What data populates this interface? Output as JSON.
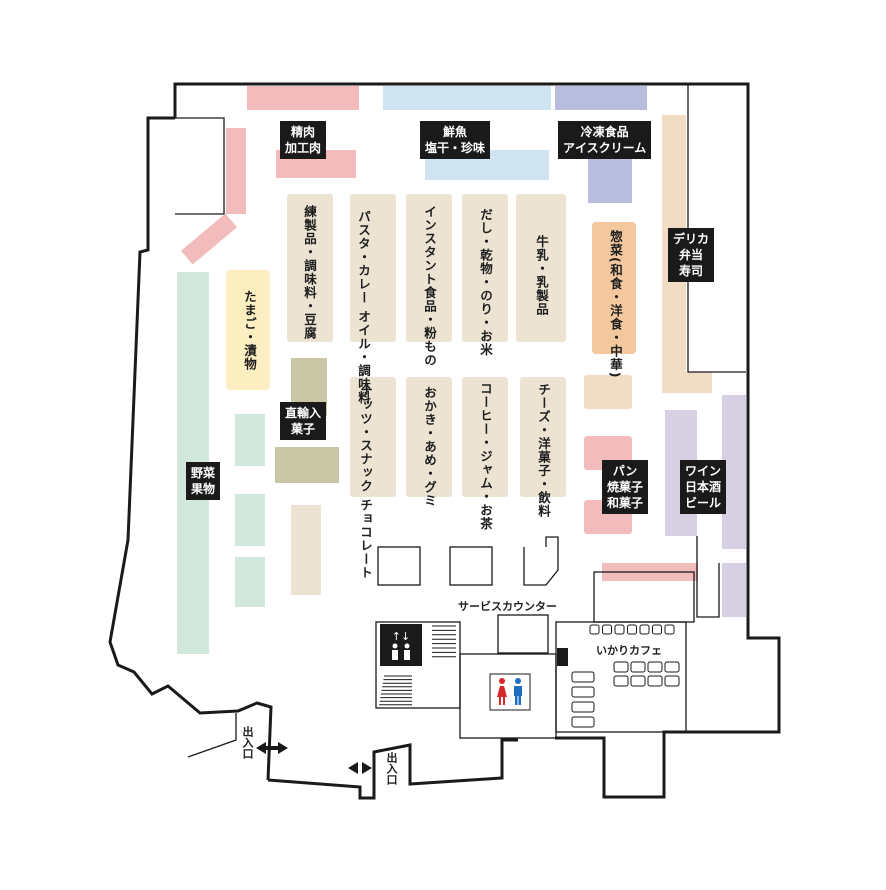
{
  "colors": {
    "pink": "#f2bcbc",
    "blue": "#cfe4f0",
    "lavender": "#b9bddd",
    "beige": "#ece3d2",
    "orange": "#f3c89e",
    "peach": "#f1dcc4",
    "yellow": "#fbefc2",
    "green": "#d2e8dc",
    "olive": "#c8c6a4",
    "purple": "#d7d0e3",
    "outline": "#1a1a1a"
  },
  "sections": {
    "meat": "精肉\n加工肉",
    "fish": "鮮魚\n塩干・珍味",
    "frozen": "冷凍食品\nアイスクリーム",
    "deli": "デリカ\n弁当\n寿司",
    "vegetables": "野菜\n果物",
    "imported_sweets": "直輸入\n菓子",
    "bakery": "パン\n焼菓子\n和菓子",
    "liquor": "ワイン\n日本酒\nビール"
  },
  "aisles": {
    "a1": "練製品・調味料・豆腐",
    "a2": "パスタ・カレー\nオイル・調味料",
    "a3": "インスタント食品・粉もの",
    "a4": "だし・乾物・のり・お米",
    "a5": "牛乳・乳製品",
    "a6": "惣菜(和食・洋食・中華)",
    "a7": "たまご・漬物",
    "b1": "ナッツ・スナック\nチョコレート",
    "b2": "おかき・あめ・グミ",
    "b3": "コーヒー・ジャム・お茶",
    "b4": "チーズ・洋菓子・飲料"
  },
  "facilities": {
    "service_counter": "サービスカウンター",
    "cafe": "いかりカフェ",
    "entrance_left": "出入口",
    "entrance_right": "出入口"
  },
  "icons": [
    "elevator-icon",
    "restroom-icon",
    "entrance-arrow-icon"
  ]
}
